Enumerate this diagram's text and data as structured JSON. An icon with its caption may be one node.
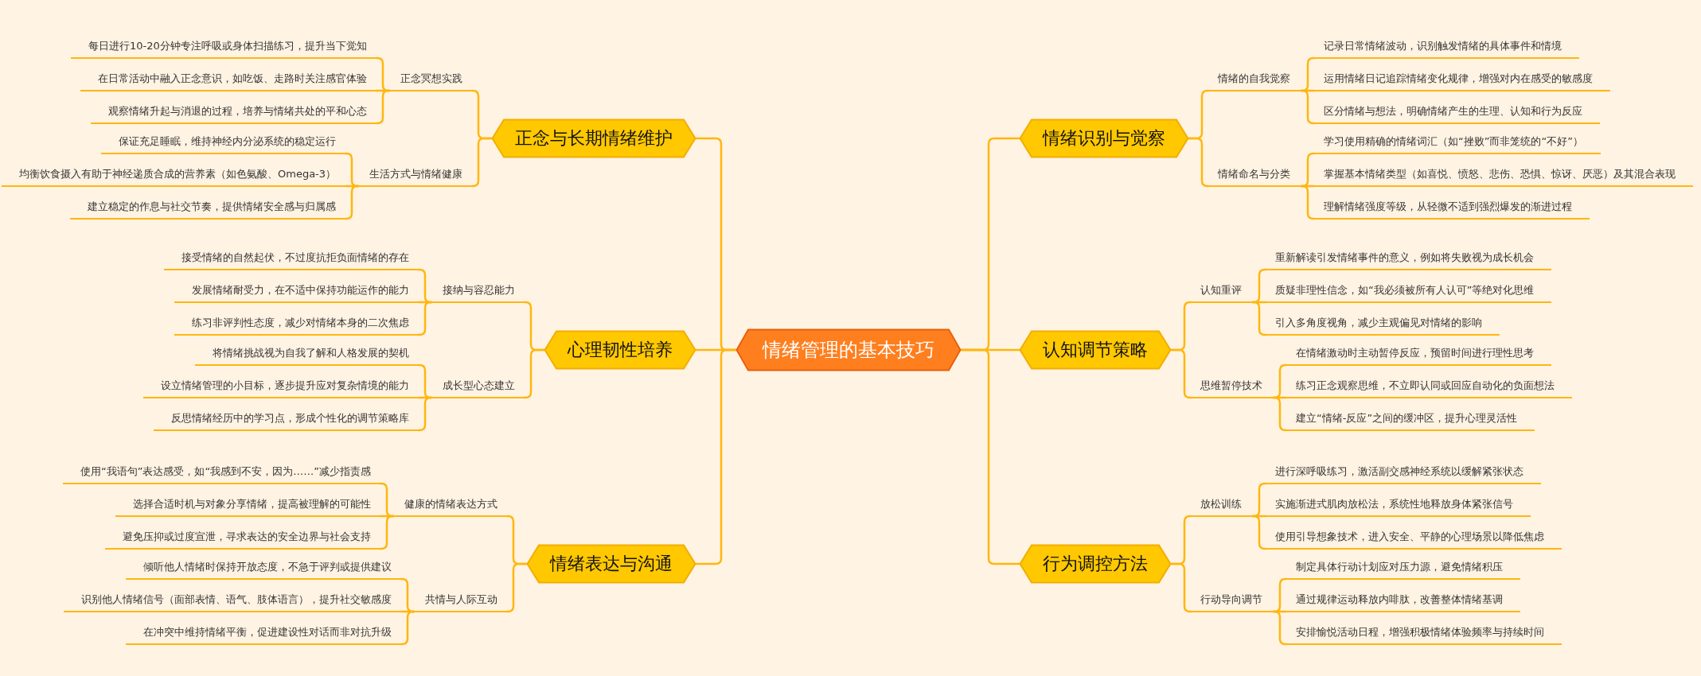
{
  "diagram": {
    "nodes": [
      {
        "text": [
          "情绪管理的基本技巧"
        ]
      },
      {
        "text": [
          "正念与长期情绪维护"
        ]
      },
      {
        "text": [
          "正念冥想实践"
        ]
      },
      {
        "text": [
          "每日进行10-20分钟专注呼吸或身体扫描练习，提升当下觉知"
        ]
      },
      {
        "text": [
          "在日常活动中融入正念意识，如吃饭、走路时关注感官体验"
        ]
      },
      {
        "text": [
          "观察情绪升起与消退的过程，培养与情绪共处的平和心态"
        ]
      },
      {
        "text": [
          "生活方式与情绪健康"
        ]
      },
      {
        "text": [
          "保证充足睡眠，维持神经内分泌系统的稳定运行"
        ]
      },
      {
        "text": [
          "均衡饮食摄入有助于神经递质合成的营养素（如色氨酸、Omega-3）"
        ]
      },
      {
        "text": [
          "建立稳定的作息与社交节奏，提供情绪安全感与归属感"
        ]
      },
      {
        "text": [
          "情绪识别与觉察"
        ]
      },
      {
        "text": [
          "情绪的自我觉察"
        ]
      },
      {
        "text": [
          "记录日常情绪波动，识别触发情绪的具体事件和情境"
        ]
      },
      {
        "text": [
          "运用情绪日记追踪情绪变化规律，增强对内在感受的敏感度"
        ]
      },
      {
        "text": [
          "区分情绪与想法，明确情绪产生的生理、认知和行为反应"
        ]
      },
      {
        "text": [
          "情绪命名与分类"
        ]
      },
      {
        "text": [
          "学习使用精确的情绪词汇（如“挫败”而非笼统的“不好”）"
        ]
      },
      {
        "text": [
          "掌握基本情绪类型（如喜悦、愤怒、悲伤、恐惧、惊讶、厌恶）及其混合表现"
        ]
      },
      {
        "text": [
          "理解情绪强度等级，从轻微不适到强烈爆发的渐进过程"
        ]
      },
      {
        "text": [
          "心理韧性培养"
        ]
      },
      {
        "text": [
          "接纳与容忍能力"
        ]
      },
      {
        "text": [
          "接受情绪的自然起伏，不过度抗拒负面情绪的存在"
        ]
      },
      {
        "text": [
          "发展情绪耐受力，在不适中保持功能运作的能力"
        ]
      },
      {
        "text": [
          "练习非评判性态度，减少对情绪本身的二次焦虑"
        ]
      },
      {
        "text": [
          "成长型心态建立"
        ]
      },
      {
        "text": [
          "将情绪挑战视为自我了解和人格发展的契机"
        ]
      },
      {
        "text": [
          "设立情绪管理的小目标，逐步提升应对复杂情境的能力"
        ]
      },
      {
        "text": [
          "反思情绪经历中的学习点，形成个性化的调节策略库"
        ]
      },
      {
        "text": [
          "认知调节策略"
        ]
      },
      {
        "text": [
          "认知重评"
        ]
      },
      {
        "text": [
          "重新解读引发情绪事件的意义，例如将失败视为成长机会"
        ]
      },
      {
        "text": [
          "质疑非理性信念，如“我必须被所有人认可”等绝对化思维"
        ]
      },
      {
        "text": [
          "引入多角度视角，减少主观偏见对情绪的影响"
        ]
      },
      {
        "text": [
          "思维暂停技术"
        ]
      },
      {
        "text": [
          "在情绪激动时主动暂停反应，预留时间进行理性思考"
        ]
      },
      {
        "text": [
          "练习正念观察思维，不立即认同或回应自动化的负面想法"
        ]
      },
      {
        "text": [
          "建立“情绪-反应”之间的缓冲区，提升心理灵活性"
        ]
      },
      {
        "text": [
          "情绪表达与沟通"
        ]
      },
      {
        "text": [
          "健康的情绪表达方式"
        ]
      },
      {
        "text": [
          "使用“我语句”表达感受，如“我感到不安，因为……”减少指责感"
        ]
      },
      {
        "text": [
          "选择合适时机与对象分享情绪，提高被理解的可能性"
        ]
      },
      {
        "text": [
          "避免压抑或过度宣泄，寻求表达的安全边界与社会支持"
        ]
      },
      {
        "text": [
          "共情与人际互动"
        ]
      },
      {
        "text": [
          "倾听他人情绪时保持开放态度，不急于评判或提供建议"
        ]
      },
      {
        "text": [
          "识别他人情绪信号（面部表情、语气、肢体语言），提升社交敏感度"
        ]
      },
      {
        "text": [
          "在冲突中维持情绪平衡，促进建设性对话而非对抗升级"
        ]
      },
      {
        "text": [
          "行为调控方法"
        ]
      },
      {
        "text": [
          "放松训练"
        ]
      },
      {
        "text": [
          "进行深呼吸练习，激活副交感神经系统以缓解紧张状态"
        ]
      },
      {
        "text": [
          "实施渐进式肌肉放松法，系统性地释放身体紧张信号"
        ]
      },
      {
        "text": [
          "使用引导想象技术，进入安全、平静的心理场景以降低焦虑"
        ]
      },
      {
        "text": [
          "行动导向调节"
        ]
      },
      {
        "text": [
          "制定具体行动计划应对压力源，避免情绪积压"
        ]
      },
      {
        "text": [
          "通过规律运动释放内啡肽，改善整体情绪基调"
        ]
      },
      {
        "text": [
          "安排愉悦活动日程，增强积极情绪体验频率与持续时间"
        ]
      }
    ],
    "edges": [
      {
        "from": 0,
        "to": 1,
        "arrow": "none"
      },
      {
        "from": 1,
        "to": 2,
        "arrow": "none"
      },
      {
        "from": 2,
        "to": 3,
        "arrow": "none"
      },
      {
        "from": 2,
        "to": 4,
        "arrow": "none"
      },
      {
        "from": 2,
        "to": 5,
        "arrow": "none"
      },
      {
        "from": 1,
        "to": 6,
        "arrow": "none"
      },
      {
        "from": 6,
        "to": 7,
        "arrow": "none"
      },
      {
        "from": 6,
        "to": 8,
        "arrow": "none"
      },
      {
        "from": 6,
        "to": 9,
        "arrow": "none"
      },
      {
        "from": 0,
        "to": 10,
        "arrow": "none"
      },
      {
        "from": 10,
        "to": 11,
        "arrow": "none"
      },
      {
        "from": 11,
        "to": 12,
        "arrow": "none"
      },
      {
        "from": 11,
        "to": 13,
        "arrow": "none"
      },
      {
        "from": 11,
        "to": 14,
        "arrow": "none"
      },
      {
        "from": 10,
        "to": 15,
        "arrow": "none"
      },
      {
        "from": 15,
        "to": 16,
        "arrow": "none"
      },
      {
        "from": 15,
        "to": 17,
        "arrow": "none"
      },
      {
        "from": 15,
        "to": 18,
        "arrow": "none"
      },
      {
        "from": 0,
        "to": 19,
        "arrow": "none"
      },
      {
        "from": 19,
        "to": 20,
        "arrow": "none"
      },
      {
        "from": 20,
        "to": 21,
        "arrow": "none"
      },
      {
        "from": 20,
        "to": 22,
        "arrow": "none"
      },
      {
        "from": 20,
        "to": 23,
        "arrow": "none"
      },
      {
        "from": 19,
        "to": 24,
        "arrow": "none"
      },
      {
        "from": 24,
        "to": 25,
        "arrow": "none"
      },
      {
        "from": 24,
        "to": 26,
        "arrow": "none"
      },
      {
        "from": 24,
        "to": 27,
        "arrow": "none"
      },
      {
        "from": 0,
        "to": 28,
        "arrow": "none"
      },
      {
        "from": 28,
        "to": 29,
        "arrow": "none"
      },
      {
        "from": 29,
        "to": 30,
        "arrow": "none"
      },
      {
        "from": 29,
        "to": 31,
        "arrow": "none"
      },
      {
        "from": 29,
        "to": 32,
        "arrow": "none"
      },
      {
        "from": 28,
        "to": 33,
        "arrow": "none"
      },
      {
        "from": 33,
        "to": 34,
        "arrow": "none"
      },
      {
        "from": 33,
        "to": 35,
        "arrow": "none"
      },
      {
        "from": 33,
        "to": 36,
        "arrow": "none"
      },
      {
        "from": 0,
        "to": 37,
        "arrow": "none"
      },
      {
        "from": 37,
        "to": 38,
        "arrow": "none"
      },
      {
        "from": 38,
        "to": 39,
        "arrow": "none"
      },
      {
        "from": 38,
        "to": 40,
        "arrow": "none"
      },
      {
        "from": 38,
        "to": 41,
        "arrow": "none"
      },
      {
        "from": 37,
        "to": 42,
        "arrow": "none"
      },
      {
        "from": 42,
        "to": 43,
        "arrow": "none"
      },
      {
        "from": 42,
        "to": 44,
        "arrow": "none"
      },
      {
        "from": 42,
        "to": 45,
        "arrow": "none"
      },
      {
        "from": 0,
        "to": 46,
        "arrow": "none"
      },
      {
        "from": 46,
        "to": 47,
        "arrow": "none"
      },
      {
        "from": 47,
        "to": 48,
        "arrow": "none"
      },
      {
        "from": 47,
        "to": 49,
        "arrow": "none"
      },
      {
        "from": 47,
        "to": 50,
        "arrow": "none"
      },
      {
        "from": 46,
        "to": 51,
        "arrow": "none"
      },
      {
        "from": 51,
        "to": 52,
        "arrow": "none"
      },
      {
        "from": 51,
        "to": 53,
        "arrow": "none"
      },
      {
        "from": 51,
        "to": 54,
        "arrow": "none"
      }
    ]
  }
}
